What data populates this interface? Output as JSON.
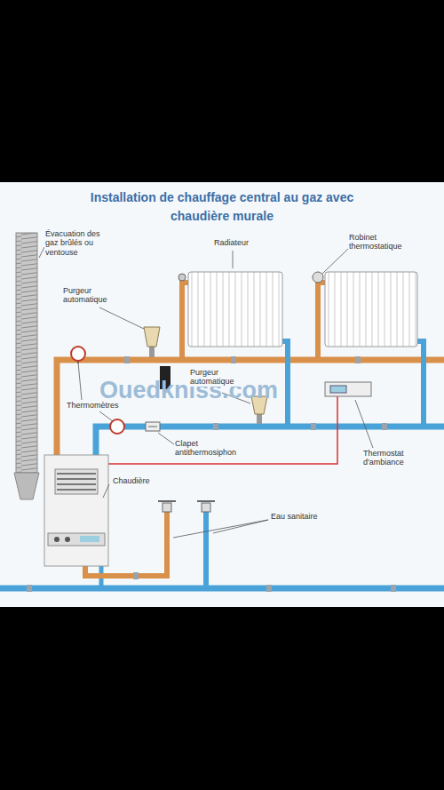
{
  "diagram": {
    "title": "Installation de chauffage central au gaz avec chaudière murale",
    "labels": [
      "Évacuation des gaz brûlés ou ventouse",
      "Radiateur",
      "Robinet thermostatique",
      "Purgeur automatique",
      "Purgeur automatique",
      "Thermomètres",
      "Clapet antithermosiphon",
      "Thermostat d'ambiance",
      "Chaudière",
      "Eau sanitaire",
      "Ouedkniss.com"
    ]
  }
}
